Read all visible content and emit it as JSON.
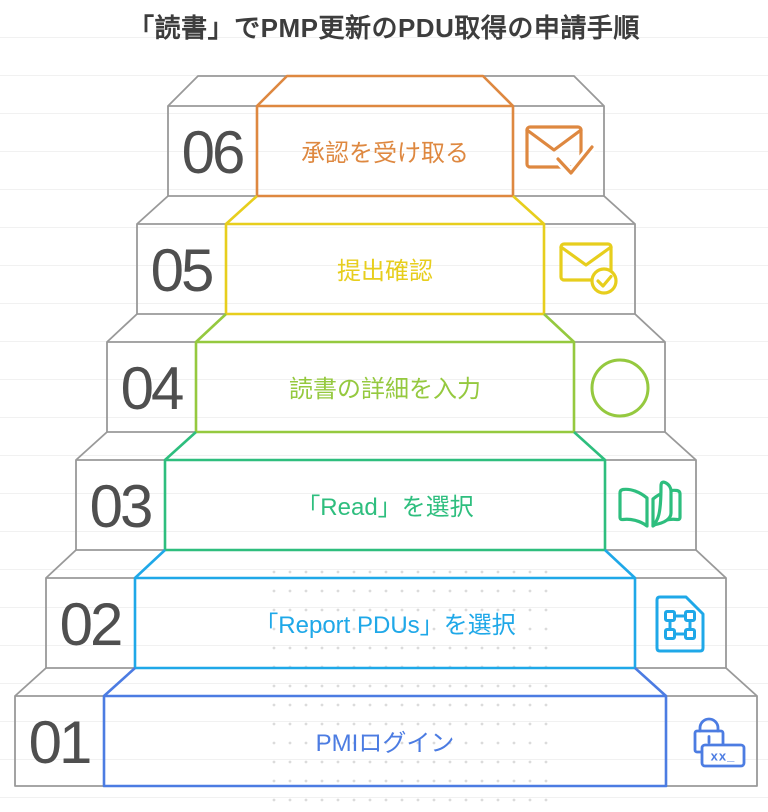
{
  "title": {
    "text": "「読書」でPMP更新のPDU取得の申請手順"
  },
  "steps": [
    {
      "number": "01",
      "label": "PMIログイン",
      "color": "#4C7CE2",
      "icon": "password-lock-icon",
      "icon_text": "xx_"
    },
    {
      "number": "02",
      "label": "「Report PDUs」を選択",
      "color": "#1FA8E8",
      "icon": "select-card-icon"
    },
    {
      "number": "03",
      "label": "「Read」を選択",
      "color": "#2EBE7E",
      "icon": "open-book-icon"
    },
    {
      "number": "04",
      "label": "読書の詳細を入力",
      "color": "#95C93F",
      "icon": "circle-icon"
    },
    {
      "number": "05",
      "label": "提出確認",
      "color": "#E7CE1D",
      "icon": "mail-verified-icon"
    },
    {
      "number": "06",
      "label": "承認を受け取る",
      "color": "#DE8840",
      "icon": "mail-check-icon"
    }
  ],
  "colors": {
    "block_outline": "#999999",
    "number_gray": "#4F4F4F",
    "title_gray": "#3D3D3D",
    "ruled_line": "#F1F1F1",
    "dot_grid": "#DBDBDB",
    "background": "#FFFFFF"
  }
}
